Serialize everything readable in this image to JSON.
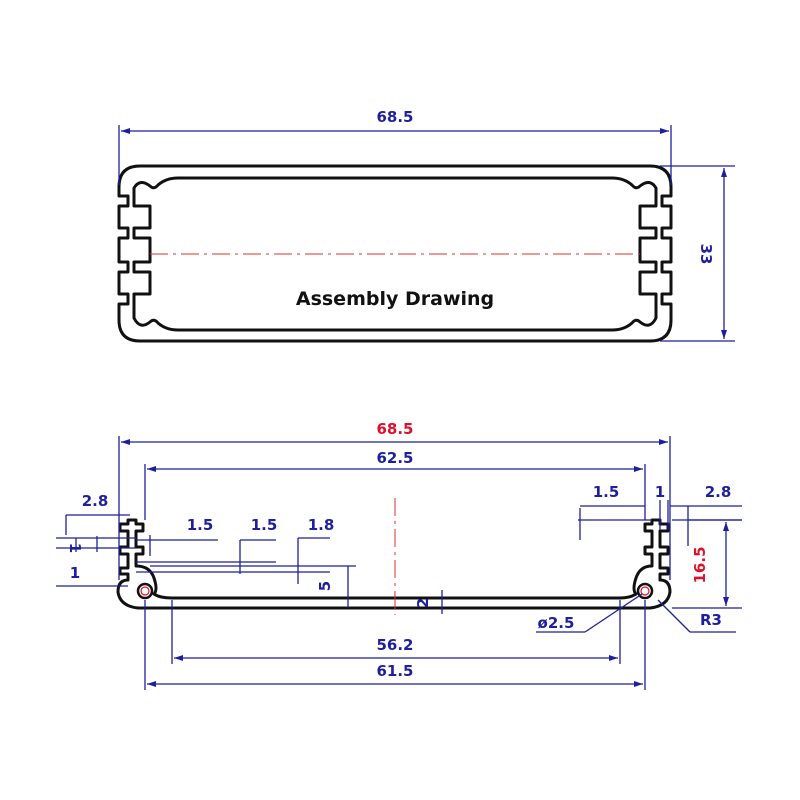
{
  "colors": {
    "outline": "#111111",
    "dimension": "#1f1f9e",
    "highlight": "#e0102b",
    "centerline": "#d9302a",
    "leader": "#6a6a8a"
  },
  "top_view": {
    "title": "Assembly Drawing",
    "width_label": "68.5",
    "height_label": "33"
  },
  "section_view": {
    "overall_width": "68.5",
    "inner_width_top": "62.5",
    "inner_width_bottom": "56.2",
    "outer_width_bottom": "61.5",
    "fin_width_left": "2.8",
    "fin_width_right": "2.8",
    "fin_gap_1": "1.5",
    "fin_gap_2": "1.5",
    "fin_gap_3": "1.8",
    "fin_gap_right": "1.5",
    "fin_tip_right": "1",
    "fin_thickness_1": "1",
    "fin_thickness_2": "1",
    "slot_height": "5",
    "base_thickness": "2",
    "half_height": "16.5",
    "hole_diameter": "ø2.5",
    "corner_radius": "R3"
  }
}
